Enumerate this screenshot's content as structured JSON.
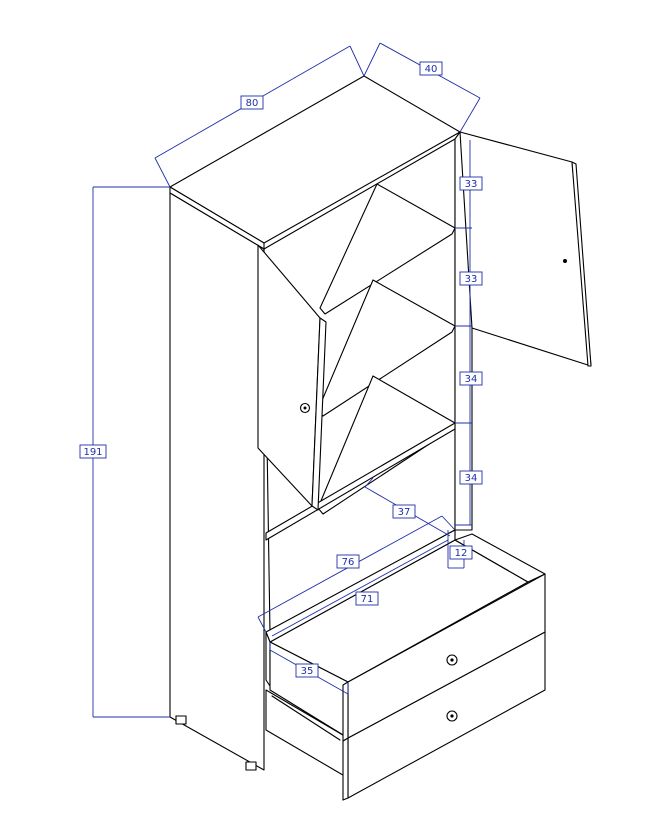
{
  "diagram": {
    "colors": {
      "line": "#000000",
      "dimension": "#1f2fa8",
      "background": "#ffffff"
    },
    "dimensions": {
      "width": "80",
      "depth": "40",
      "height": "191",
      "shelf_1": "33",
      "shelf_2": "33",
      "shelf_3": "34",
      "shelf_4": "34",
      "inner_depth": "37",
      "drawer_gap": "12",
      "drawer_outer_width": "76",
      "drawer_inner_width": "71",
      "drawer_depth": "35"
    }
  }
}
